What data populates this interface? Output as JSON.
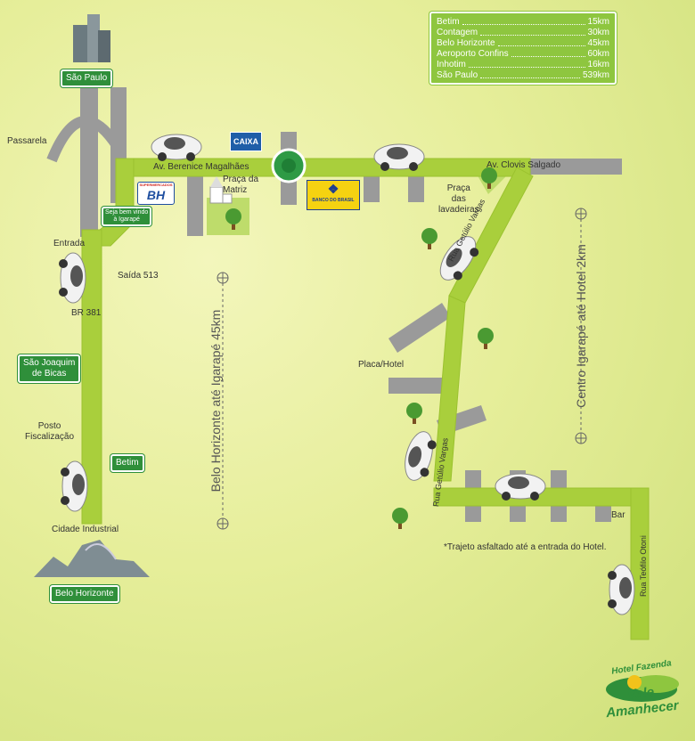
{
  "distances": {
    "rows": [
      {
        "place": "Betim",
        "km": "15km"
      },
      {
        "place": "Contagem",
        "km": "30km"
      },
      {
        "place": "Belo Horizonte",
        "km": "45km"
      },
      {
        "place": "Aeroporto Confins",
        "km": "60km"
      },
      {
        "place": "Inhotim",
        "km": "16km"
      },
      {
        "place": "São Paulo",
        "km": "539km"
      }
    ]
  },
  "signs": {
    "sao_paulo": "São Paulo",
    "welcome_line1": "Seja bem vindo",
    "welcome_line2": "à Igarapé",
    "sao_joaquim_line1": "São Joaquim",
    "sao_joaquim_line2": "de Bicas",
    "betim": "Betim",
    "belo_horizonte": "Belo Horizonte"
  },
  "labels": {
    "passarela": "Passarela",
    "entrada": "Entrada",
    "saida": "Saída 513",
    "br381": "BR 381",
    "posto_line1": "Posto",
    "posto_line2": "Fiscalização",
    "cidade_industrial": "Cidade Industrial",
    "av_berenice": "Av. Berenice Magalhães",
    "praca_matriz_line1": "Praça da",
    "praca_matriz_line2": "Matriz",
    "av_clovis": "Av. Clovis Salgado",
    "praca_lavadeiras_line1": "Praça",
    "praca_lavadeiras_line2": "das",
    "praca_lavadeiras_line3": "lavadeiras",
    "placa_hotel": "Placa/Hotel",
    "rua_getulio_upper": "Rua Getúlio Vargas",
    "rua_getulio_lower": "Rua Getúlio Vargas",
    "bar": "Bar",
    "rua_teofilo": "Rua Teófilo Otoni",
    "bh_distance": "Belo Horizonte até Igarapé 45km",
    "centro_distance": "Centro Igarapé até Hotel 2km",
    "note": "*Trajeto asfaltado até a entrada do Hotel."
  },
  "logos": {
    "caixa": "CAIXA",
    "bh_top": "SUPERMERCADOS",
    "bh": "BH",
    "banco_brasil": "BANCO DO BRASIL",
    "hotel_line1": "Hotel Fazenda",
    "hotel_line2": "Vale Amanhecer"
  },
  "colors": {
    "road_main": "#a9cf3c",
    "road_side": "#9a9a9a",
    "sign_green": "#2f8f3a",
    "distance_box": "#8ec63f"
  }
}
